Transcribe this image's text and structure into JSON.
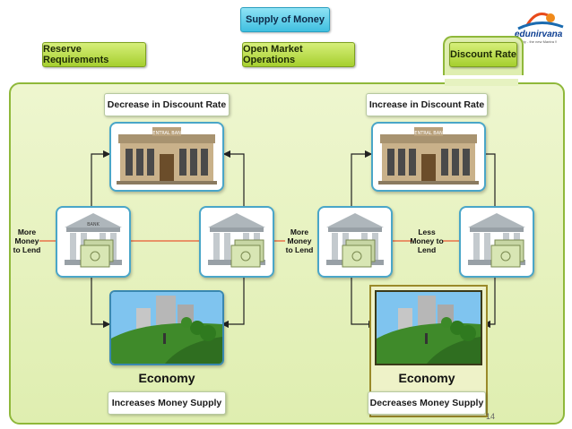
{
  "header": {
    "title": "Supply of Money",
    "tabs": [
      "Reserve Requirements",
      "Open Market Operations",
      "Discount Rate"
    ]
  },
  "logo": {
    "name": "edunirvana",
    "tagline": "Simplicity - the new Mantra !!"
  },
  "left": {
    "title": "Decrease in Discount Rate",
    "side_left": "More Money to Lend",
    "side_right": "More Money to Lend",
    "economy": "Economy",
    "result": "Increases Money Supply"
  },
  "right": {
    "title": "Increase in Discount Rate",
    "side_left": "",
    "side_right": "Less Money to Lend",
    "economy": "Economy",
    "result": "Decreases Money Supply"
  },
  "bank_sign": "BANK",
  "central_bank_sign": "CENTRAL BANK",
  "page_number": "14",
  "colors": {
    "accent_blue": "#3fbfe0",
    "accent_green": "#a6cf2e",
    "flow_line": "#e8734a",
    "panel_border": "#8fb83a"
  }
}
